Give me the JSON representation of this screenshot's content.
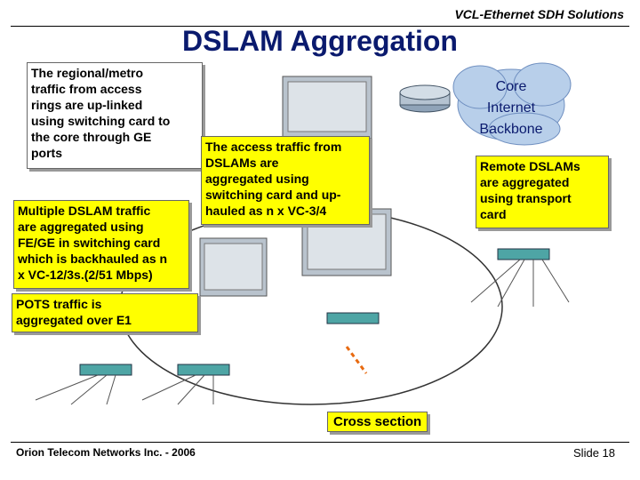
{
  "header": {
    "brand": "VCL-Ethernet SDH Solutions"
  },
  "title": "DSLAM Aggregation",
  "callouts": {
    "regional": [
      "The regional/metro",
      "traffic from access",
      "rings are up-linked",
      "using switching card to",
      "the core through GE",
      "ports"
    ],
    "multiple": [
      "Multiple DSLAM traffic",
      "are aggregated using",
      "FE/GE in switching card",
      "which is backhauled as n",
      "x VC-12/3s.(2/51 Mbps)"
    ],
    "pots": [
      "POTS traffic is",
      "aggregated over E1"
    ],
    "access": [
      "The access traffic from",
      "DSLAMs are",
      "aggregated using",
      "switching card and up-",
      "hauled as n x VC-3/4"
    ],
    "remote": [
      "Remote DSLAMs",
      "are aggregated",
      "using transport",
      "card"
    ],
    "cross": "Cross section"
  },
  "cloud": [
    "Core",
    "Internet",
    "Backbone"
  ],
  "footer": {
    "company": "Orion Telecom Networks Inc. - 2006",
    "slide": "Slide 18"
  },
  "colors": {
    "title": "#0a1a6e",
    "callout": "#ffff00",
    "fiber": "#e86a10",
    "cloud": "#b8cfea"
  }
}
